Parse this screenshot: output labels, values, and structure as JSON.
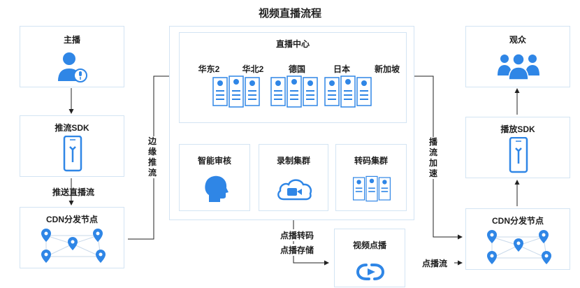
{
  "title": "视频直播流程",
  "anchor": {
    "label": "主播"
  },
  "push_sdk": {
    "label": "推流SDK"
  },
  "push_stream_label": "推送直播流",
  "cdn_left": {
    "label": "CDN分发节点"
  },
  "edge_push_label": "边缘推流",
  "live_center": {
    "label": "直播中心",
    "regions": [
      "华东2",
      "华北2",
      "德国",
      "日本",
      "新加坡"
    ]
  },
  "services": {
    "review": "智能审核",
    "record": "录制集群",
    "transcode": "转码集群"
  },
  "vod_side_labels": [
    "点播转码",
    "点播存储"
  ],
  "vod": {
    "label": "视频点播"
  },
  "vod_stream_label": "点播流",
  "play_accel_label": "播流加速",
  "cdn_right": {
    "label": "CDN分发节点"
  },
  "play_sdk": {
    "label": "播放SDK"
  },
  "audience": {
    "label": "观众"
  },
  "colors": {
    "accent": "#2f86e6",
    "border": "#d3e4f3",
    "line": "#222222"
  }
}
